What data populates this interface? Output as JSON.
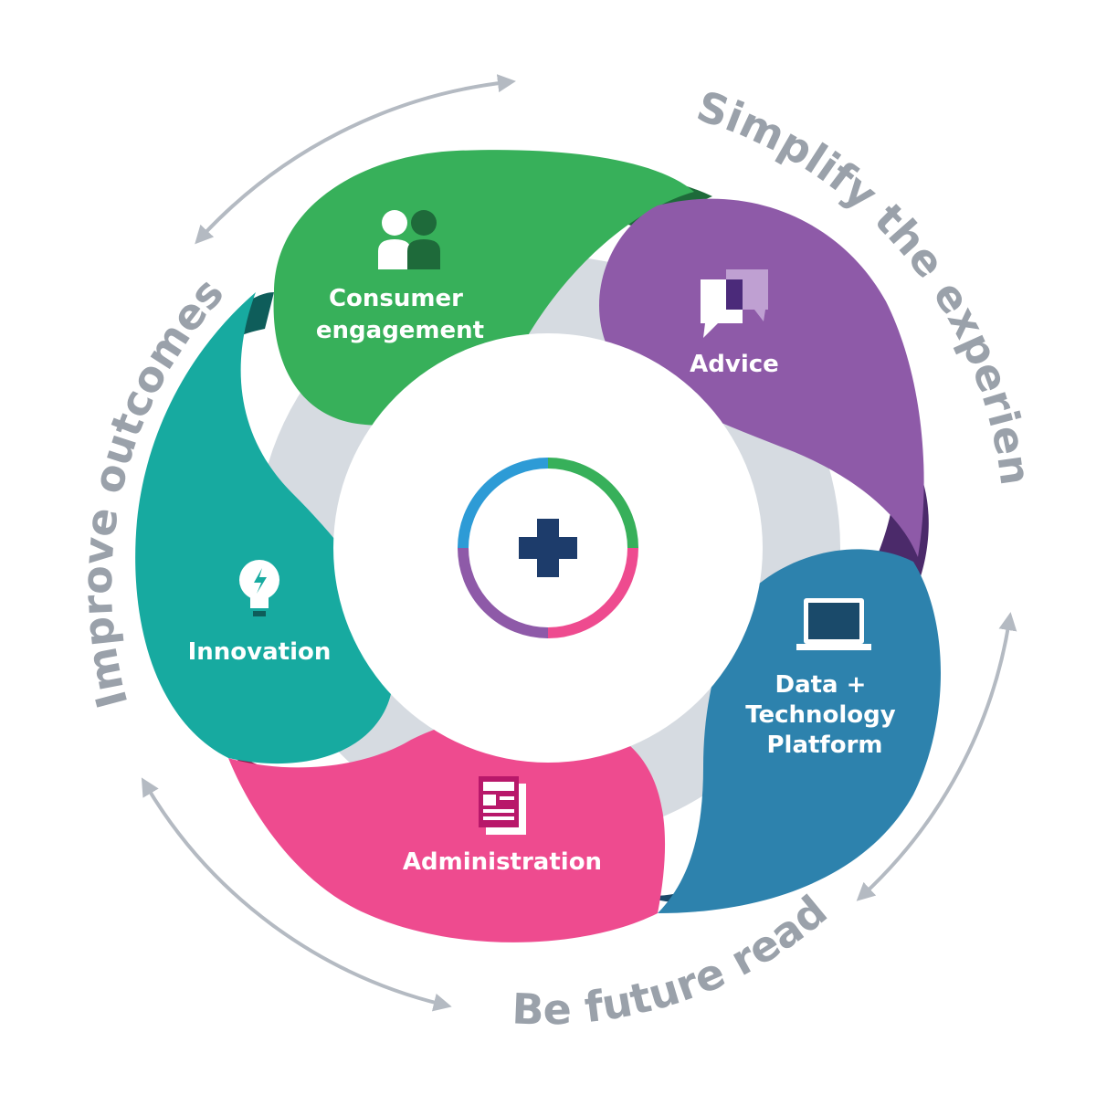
{
  "colors": {
    "green": "#37b05a",
    "green_dark": "#1e6a3a",
    "purple": "#8e5aa8",
    "purple_dark": "#4b2a6a",
    "blue": "#2d82ad",
    "blue_dark": "#1a4a6a",
    "pink": "#ee4b8f",
    "pink_dark": "#8a1a4a",
    "teal": "#17aaa0",
    "teal_dark": "#0e5d5a",
    "ring": "#d6dbe1",
    "arrow": "#b4bac2",
    "arc_text": "#9aa1aa",
    "center_plus": "#1d3c6b"
  },
  "segments": [
    {
      "id": "consumer",
      "label_lines": [
        "Consumer",
        "engagement"
      ],
      "icon": "people-icon",
      "color": "green"
    },
    {
      "id": "advice",
      "label_lines": [
        "Advice"
      ],
      "icon": "chat-bubbles-icon",
      "color": "purple"
    },
    {
      "id": "data",
      "label_lines": [
        "Data +",
        "Technology",
        "Platform"
      ],
      "icon": "laptop-icon",
      "color": "blue"
    },
    {
      "id": "admin",
      "label_lines": [
        "Administration"
      ],
      "icon": "document-icon",
      "color": "pink"
    },
    {
      "id": "innovation",
      "label_lines": [
        "Innovation"
      ],
      "icon": "lightbulb-icon",
      "color": "teal"
    }
  ],
  "outer_labels": {
    "simplify": "Simplify the experience",
    "improve": "Improve outcomes",
    "future": "Be future ready"
  },
  "center": {
    "icon": "plus-icon"
  }
}
